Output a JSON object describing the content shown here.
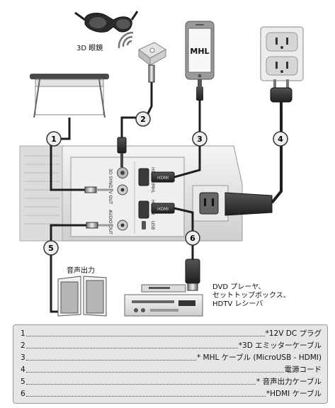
{
  "labels": {
    "glasses": "3D 眼鏡",
    "phone": "MHL",
    "speakers": "音声出力",
    "source_line1": "DVD プレーヤ、",
    "source_line2": "セットトップボックス、",
    "source_line3": "HDTV レシーバ"
  },
  "ports": {
    "sync": "3D SYNC",
    "dc_out": "12V OUT",
    "hdmi1": "HDMI 1/MHL",
    "hdmi2": "HDMI 2",
    "audio_out": "AUDIO-OUT",
    "usb": "USB"
  },
  "plug_text": "HDMI",
  "callouts": [
    "1",
    "2",
    "3",
    "4",
    "5",
    "6"
  ],
  "legend": [
    {
      "num": "1",
      "text": "*12V DC プラグ"
    },
    {
      "num": "2",
      "text": "*3D エミッターケーブル"
    },
    {
      "num": "3",
      "text": "* MHL ケーブル (MicroUSB - HDMI)"
    },
    {
      "num": "4",
      "text": "電源コード"
    },
    {
      "num": "5",
      "text": "* 音声出力ケーブル"
    },
    {
      "num": "6",
      "text": "*HDMI ケーブル"
    }
  ]
}
